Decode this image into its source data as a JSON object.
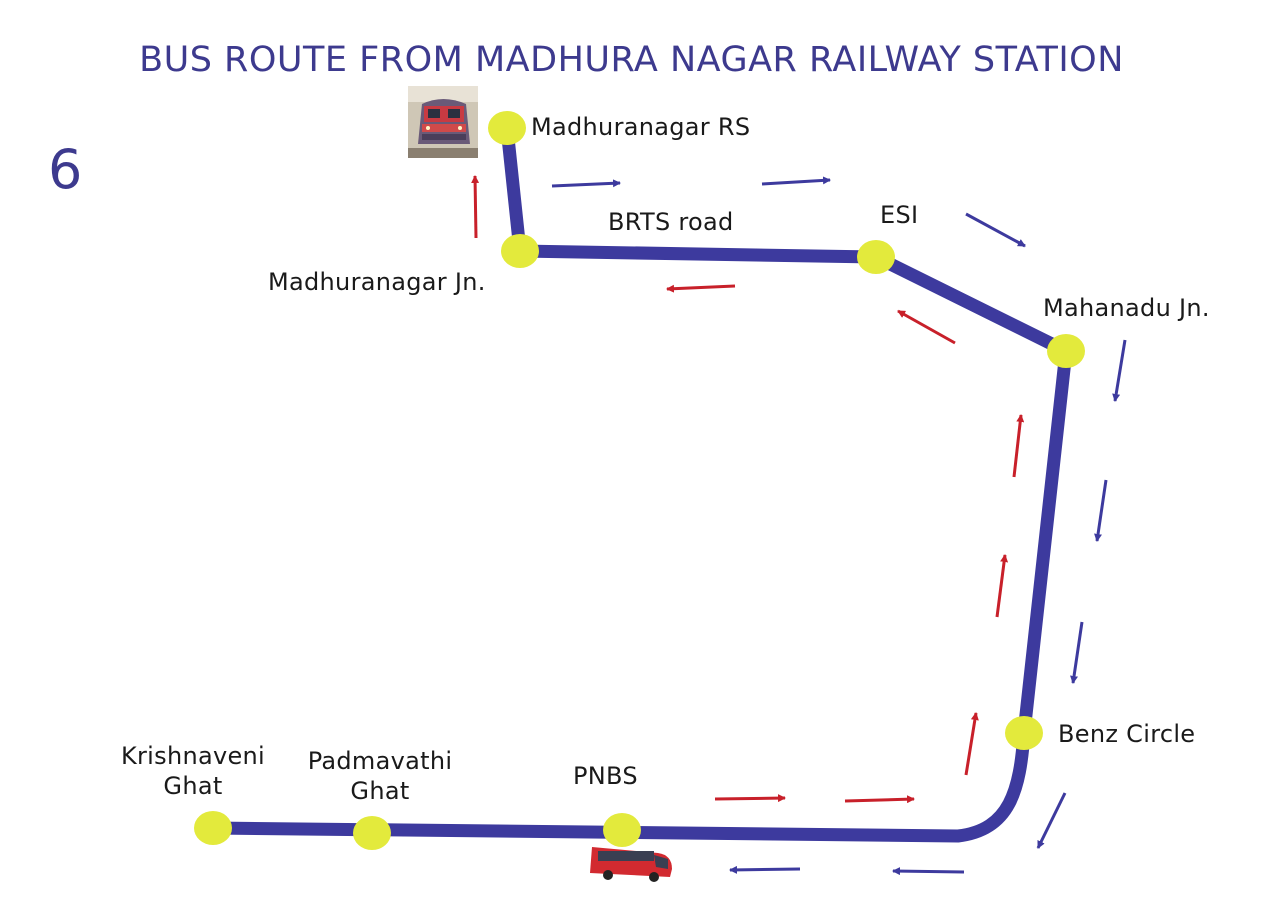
{
  "map": {
    "title": "BUS ROUTE FROM MADHURA NAGAR RAILWAY STATION",
    "route_number": "6",
    "colors": {
      "route_line": "#3d3a9e",
      "stop_marker": "#e3ea3c",
      "outbound_arrow": "#3d3a9e",
      "return_arrow": "#c8202a",
      "title": "#3d3a8e"
    },
    "road_label": "BRTS road",
    "stops": [
      {
        "name": "Madhuranagar RS"
      },
      {
        "name": "Madhuranagar Jn."
      },
      {
        "name": "ESI"
      },
      {
        "name": "Mahanadu Jn."
      },
      {
        "name": "Benz Circle"
      },
      {
        "name": "PNBS"
      },
      {
        "name": "Padmavathi",
        "name_line2": "Ghat"
      },
      {
        "name": "Krishnaveni",
        "name_line2": "Ghat"
      }
    ],
    "icons": [
      "train-icon",
      "bus-icon"
    ]
  }
}
